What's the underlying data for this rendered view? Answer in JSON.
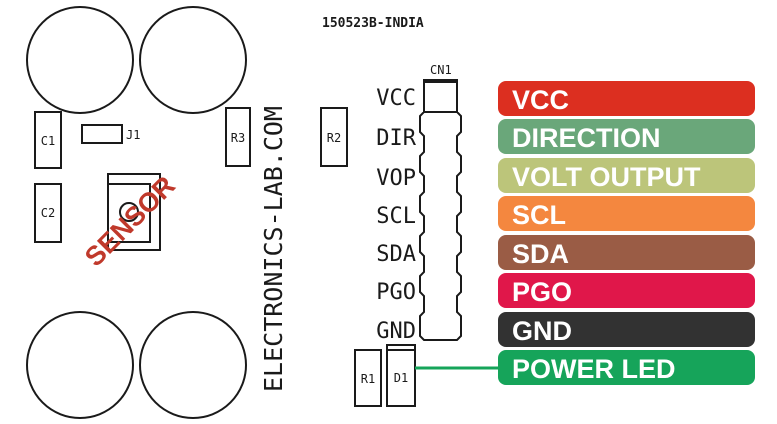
{
  "board": {
    "code": "150523B-INDIA",
    "website": "ELECTRONICS-LAB.COM",
    "sensor_label": "SENSOR",
    "connector_label": "CN1",
    "components": [
      "C1",
      "C2",
      "J1",
      "R3",
      "R2",
      "R1",
      "D1"
    ]
  },
  "pins": [
    {
      "label": "VCC",
      "function": "VCC",
      "color": "#dc2f20"
    },
    {
      "label": "DIR",
      "function": "DIRECTION",
      "color": "#6aa77a"
    },
    {
      "label": "VOP",
      "function": "VOLT OUTPUT",
      "color": "#bcc57a"
    },
    {
      "label": "SCL",
      "function": "SCL",
      "color": "#f4873f"
    },
    {
      "label": "SDA",
      "function": "SDA",
      "color": "#9a5c45"
    },
    {
      "label": "PGO",
      "function": "PGO",
      "color": "#e0174a"
    },
    {
      "label": "GND",
      "function": "GND",
      "color": "#323232"
    }
  ],
  "power_led": {
    "function": "POWER LED",
    "color": "#16a45a"
  }
}
